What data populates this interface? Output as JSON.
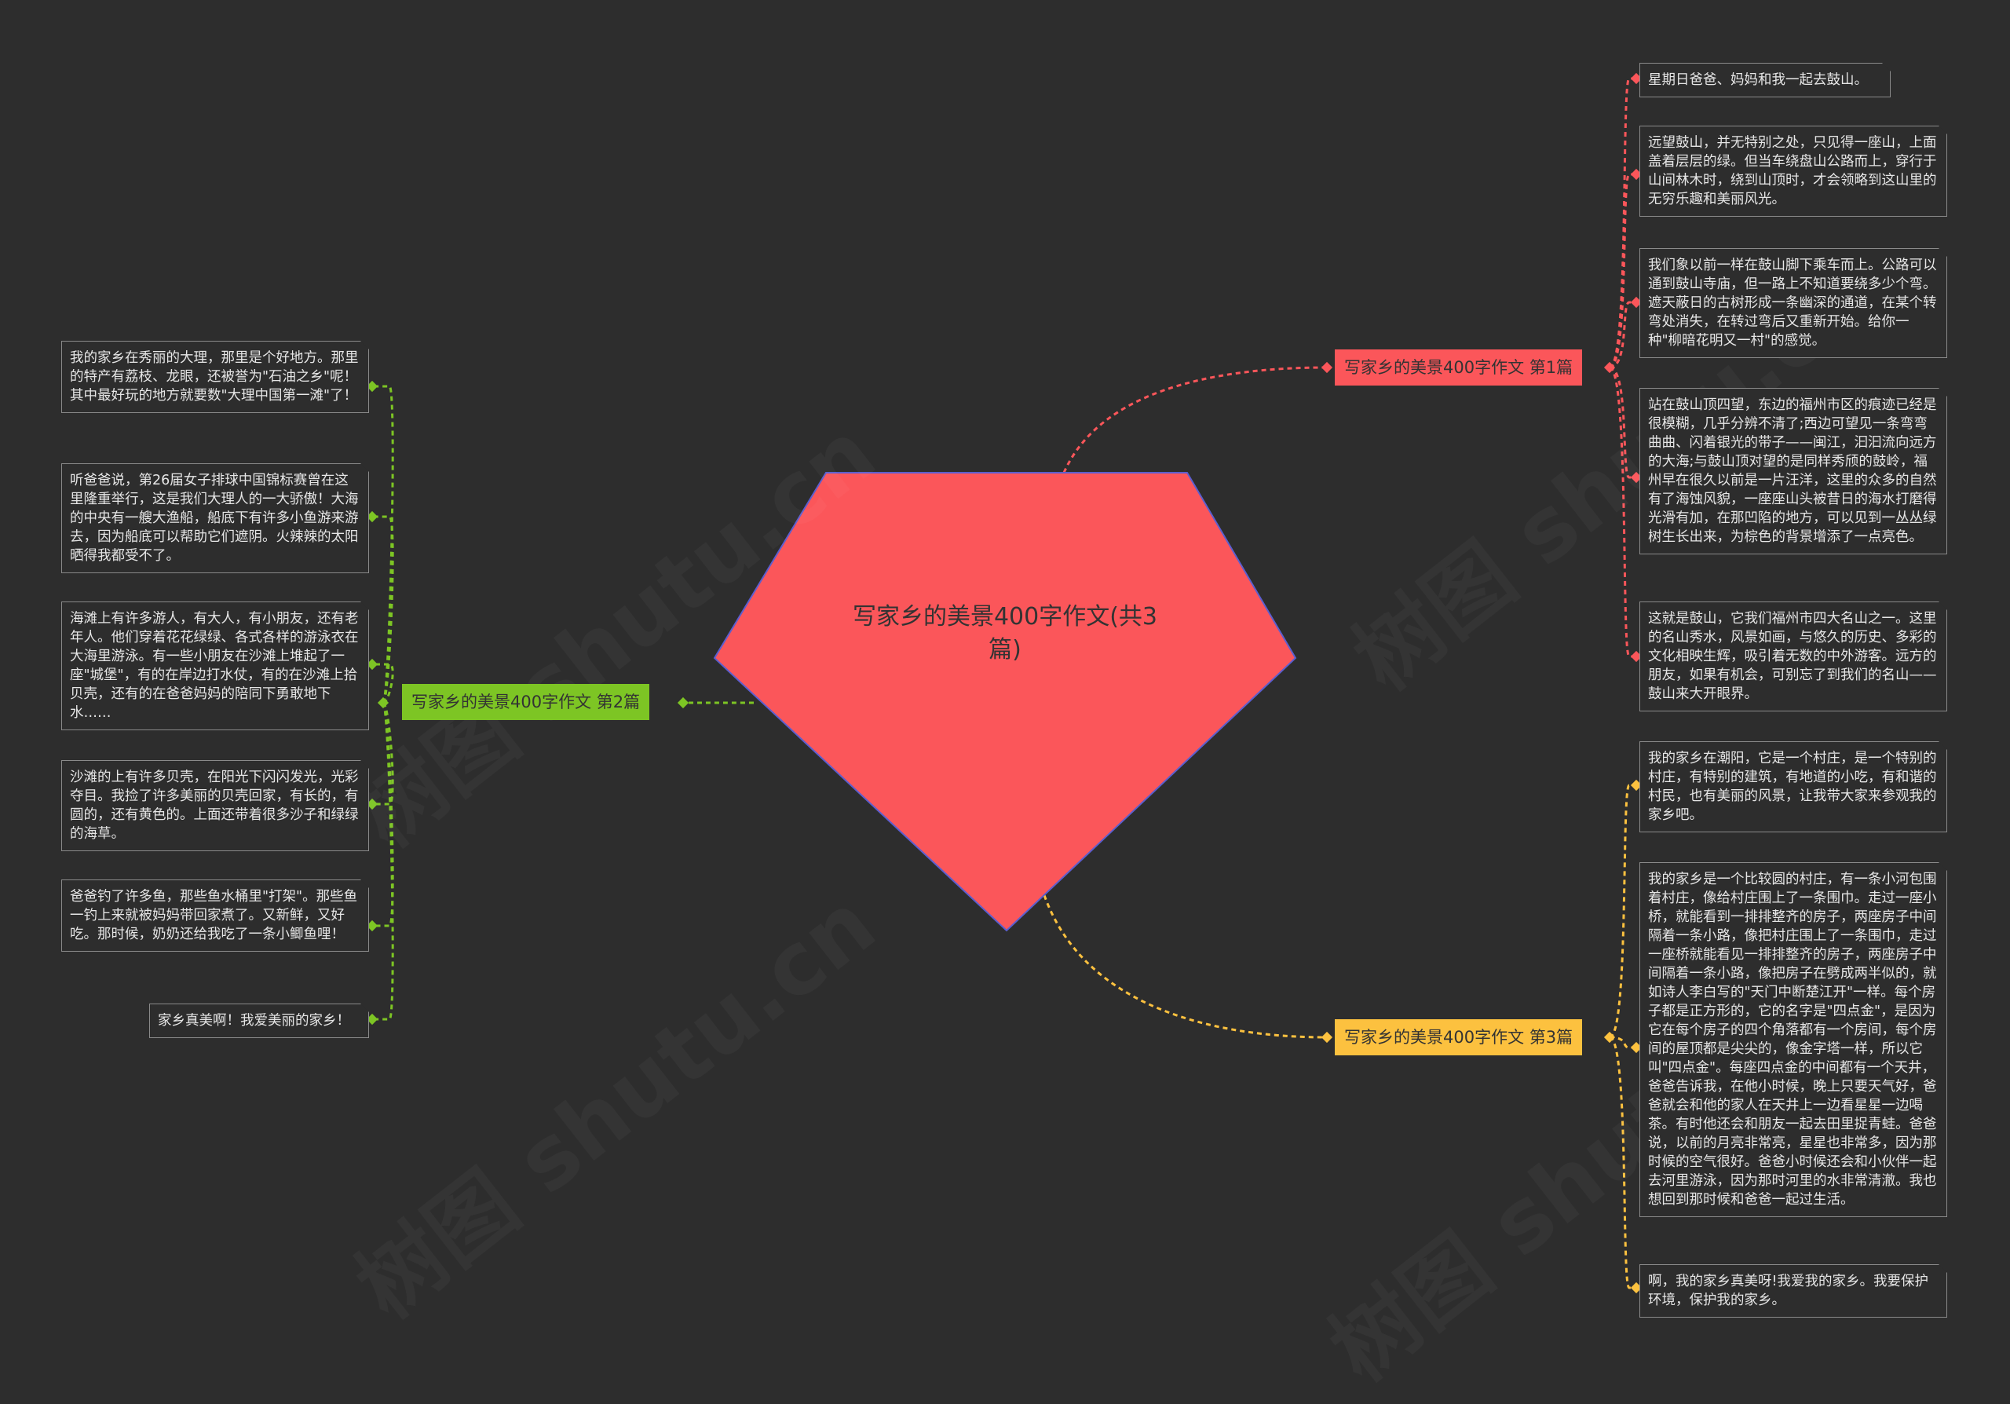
{
  "center": {
    "title": "写家乡的美景400字作文(共3篇)",
    "color": "#fb565a",
    "border": "#5b5ecf"
  },
  "branches": [
    {
      "id": "b1",
      "label": "写家乡的美景400字作文 第1篇",
      "color": "#fb565a",
      "text_color": "#333333",
      "leaves": [
        "星期日爸爸、妈妈和我一起去鼓山。",
        "远望鼓山，并无特别之处，只见得一座山，上面盖着层层的绿。但当车绕盘山公路而上，穿行于山间林木时，绕到山顶时，才会领略到这山里的无穷乐趣和美丽风光。",
        "我们象以前一样在鼓山脚下乘车而上。公路可以通到鼓山寺庙，但一路上不知道要绕多少个弯。遮天蔽日的古树形成一条幽深的通道，在某个转弯处消失，在转过弯后又重新开始。给你一种\"柳暗花明又一村\"的感觉。",
        "站在鼓山顶四望，东边的福州市区的痕迹已经是很模糊，几乎分辨不清了;西边可望见一条弯弯曲曲、闪着银光的带子——闽江，汩汩流向远方的大海;与鼓山顶对望的是同样秀颀的鼓岭，福州早在很久以前是一片汪洋，这里的众多的自然有了海蚀风貌，一座座山头被昔日的海水打磨得光滑有加，在那凹陷的地方，可以见到一丛丛绿树生长出来，为棕色的背景增添了一点亮色。",
        "这就是鼓山，它我们福州市四大名山之一。这里的名山秀水，风景如画，与悠久的历史、多彩的文化相映生辉，吸引着无数的中外游客。远方的朋友，如果有机会，可别忘了到我们的名山——鼓山来大开眼界。"
      ]
    },
    {
      "id": "b2",
      "label": "写家乡的美景400字作文 第2篇",
      "color": "#7dc524",
      "text_color": "#333333",
      "leaves": [
        "我的家乡在秀丽的大理，那里是个好地方。那里的特产有荔枝、龙眼，还被誉为\"石油之乡\"呢！其中最好玩的地方就要数\"大理中国第一滩\"了！",
        "听爸爸说，第26届女子排球中国锦标赛曾在这里隆重举行，这是我们大理人的一大骄傲！大海的中央有一艘大渔船，船底下有许多小鱼游来游去，因为船底可以帮助它们遮阴。火辣辣的太阳晒得我都受不了。",
        "海滩上有许多游人，有大人，有小朋友，还有老年人。他们穿着花花绿绿、各式各样的游泳衣在大海里游泳。有一些小朋友在沙滩上堆起了一座\"城堡\"，有的在岸边打水仗，有的在沙滩上拾贝壳，还有的在爸爸妈妈的陪同下勇敢地下水……",
        "沙滩的上有许多贝壳，在阳光下闪闪发光，光彩夺目。我捡了许多美丽的贝壳回家，有长的，有圆的，还有黄色的。上面还带着很多沙子和绿绿的海草。",
        "爸爸钓了许多鱼，那些鱼水桶里\"打架\"。那些鱼一钓上来就被妈妈带回家煮了。又新鲜，又好吃。那时候，奶奶还给我吃了一条小鲫鱼哩！",
        "家乡真美啊！我爱美丽的家乡！"
      ]
    },
    {
      "id": "b3",
      "label": "写家乡的美景400字作文 第3篇",
      "color": "#fcc13f",
      "text_color": "#333333",
      "leaves": [
        "我的家乡在潮阳，它是一个村庄，是一个特别的村庄，有特别的建筑，有地道的小吃，有和谐的村民，也有美丽的风景，让我带大家来参观我的家乡吧。",
        "我的家乡是一个比较圆的村庄，有一条小河包围着村庄，像给村庄围上了一条围巾。走过一座小桥，就能看到一排排整齐的房子，两座房子中间隔着一条小路，像把村庄围上了一条围巾，走过一座桥就能看见一排排整齐的房子，两座房子中间隔着一条小路，像把房子在劈成两半似的，就如诗人李白写的\"天门中断楚江开\"一样。每个房子都是正方形的，它的名字是\"四点金\"，是因为它在每个房子的四个角落都有一个房间，每个房间的屋顶都是尖尖的，像金字塔一样，所以它叫\"四点金\"。每座四点金的中间都有一个天井，爸爸告诉我，在他小时候，晚上只要天气好，爸爸就会和他的家人在天井上一边看星星一边喝茶。有时他还会和朋友一起去田里捉青蛙。爸爸说，以前的月亮非常亮，星星也非常多，因为那时候的空气很好。爸爸小时候还会和小伙伴一起去河里游泳，因为那时河里的水非常清澈。我也想回到那时候和爸爸一起过生活。",
        "啊，我的家乡真美呀!我爱我的家乡。我要保护环境，保护我的家乡。"
      ]
    }
  ],
  "watermark": "树图 shutu.cn"
}
